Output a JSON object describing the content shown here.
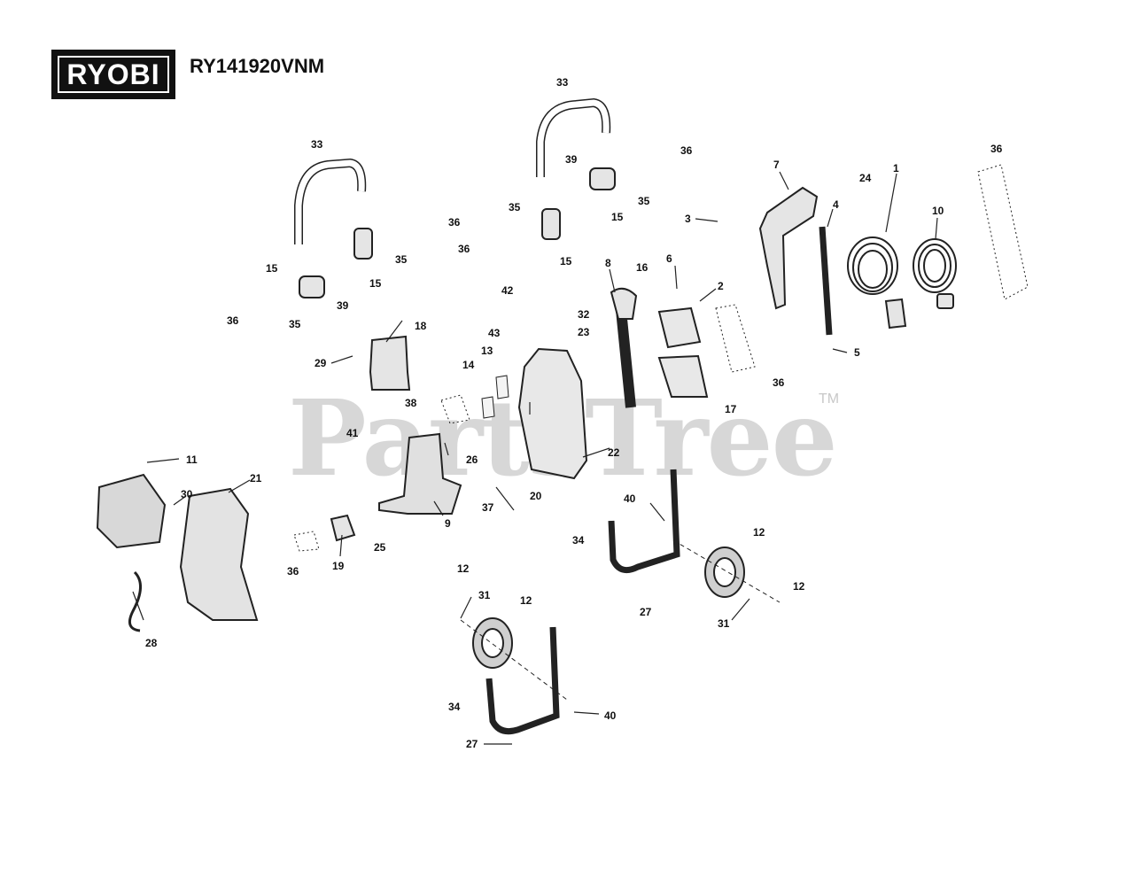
{
  "header": {
    "brand": "RYOBI",
    "model": "RY141920VNM"
  },
  "watermark": {
    "text": "PartsTree",
    "tm": "TM"
  },
  "callouts": [
    "1",
    "2",
    "3",
    "4",
    "5",
    "6",
    "7",
    "8",
    "9",
    "10",
    "11",
    "12",
    "12",
    "12",
    "12",
    "13",
    "14",
    "15",
    "15",
    "15",
    "15",
    "16",
    "17",
    "18",
    "19",
    "20",
    "21",
    "22",
    "23",
    "24",
    "25",
    "26",
    "27",
    "27",
    "28",
    "29",
    "30",
    "31",
    "31",
    "32",
    "33",
    "33",
    "34",
    "34",
    "35",
    "35",
    "35",
    "35",
    "36",
    "36",
    "36",
    "36",
    "36",
    "36",
    "36",
    "37",
    "38",
    "39",
    "39",
    "40",
    "40",
    "41",
    "42",
    "43"
  ]
}
